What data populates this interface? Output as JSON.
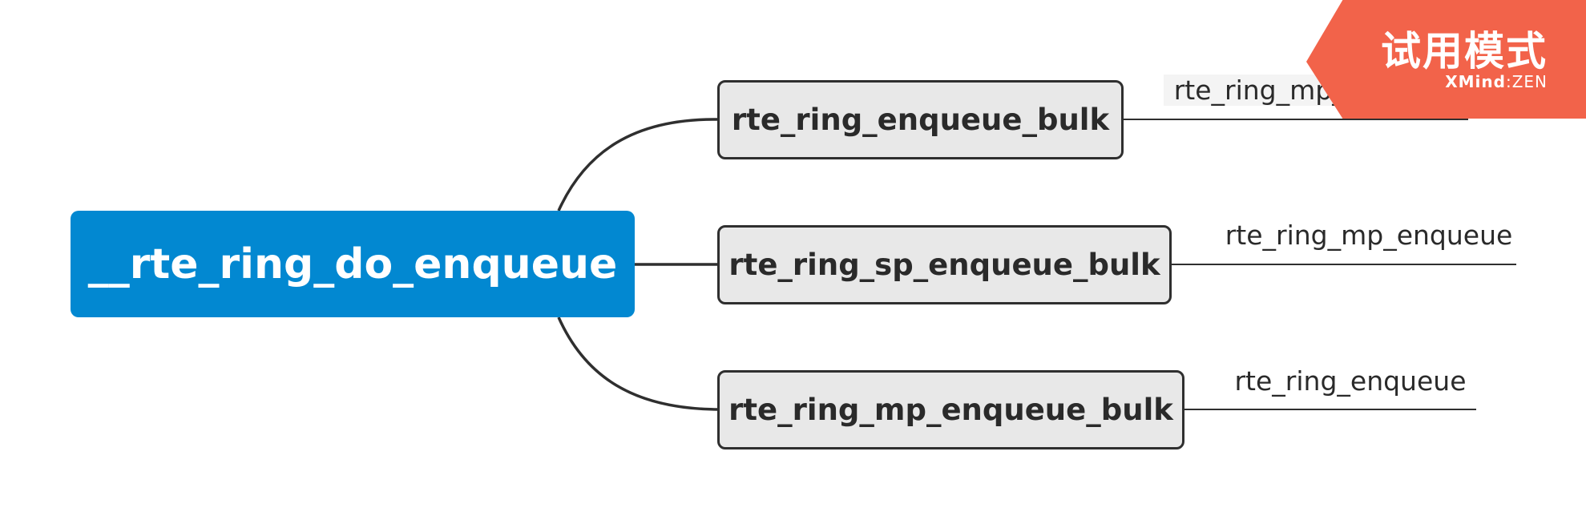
{
  "mindmap": {
    "central": {
      "label": "__rte_ring_do_enqueue"
    },
    "branches": [
      {
        "label": "rte_ring_enqueue_bulk",
        "child": "rte_ring_mp_enqueue"
      },
      {
        "label": "rte_ring_sp_enqueue_bulk",
        "child": "rte_ring_mp_enqueue"
      },
      {
        "label": "rte_ring_mp_enqueue_bulk",
        "child": "rte_ring_enqueue"
      }
    ]
  },
  "watermark": {
    "mode_text": "试用模式",
    "brand": "XMind",
    "separator": ":",
    "edition": "ZEN"
  },
  "colors": {
    "central_fill": "#0288d1",
    "topic_fill": "#e8e8e8",
    "topic_border": "#2f2f2f",
    "watermark_fill": "#f2634a"
  }
}
